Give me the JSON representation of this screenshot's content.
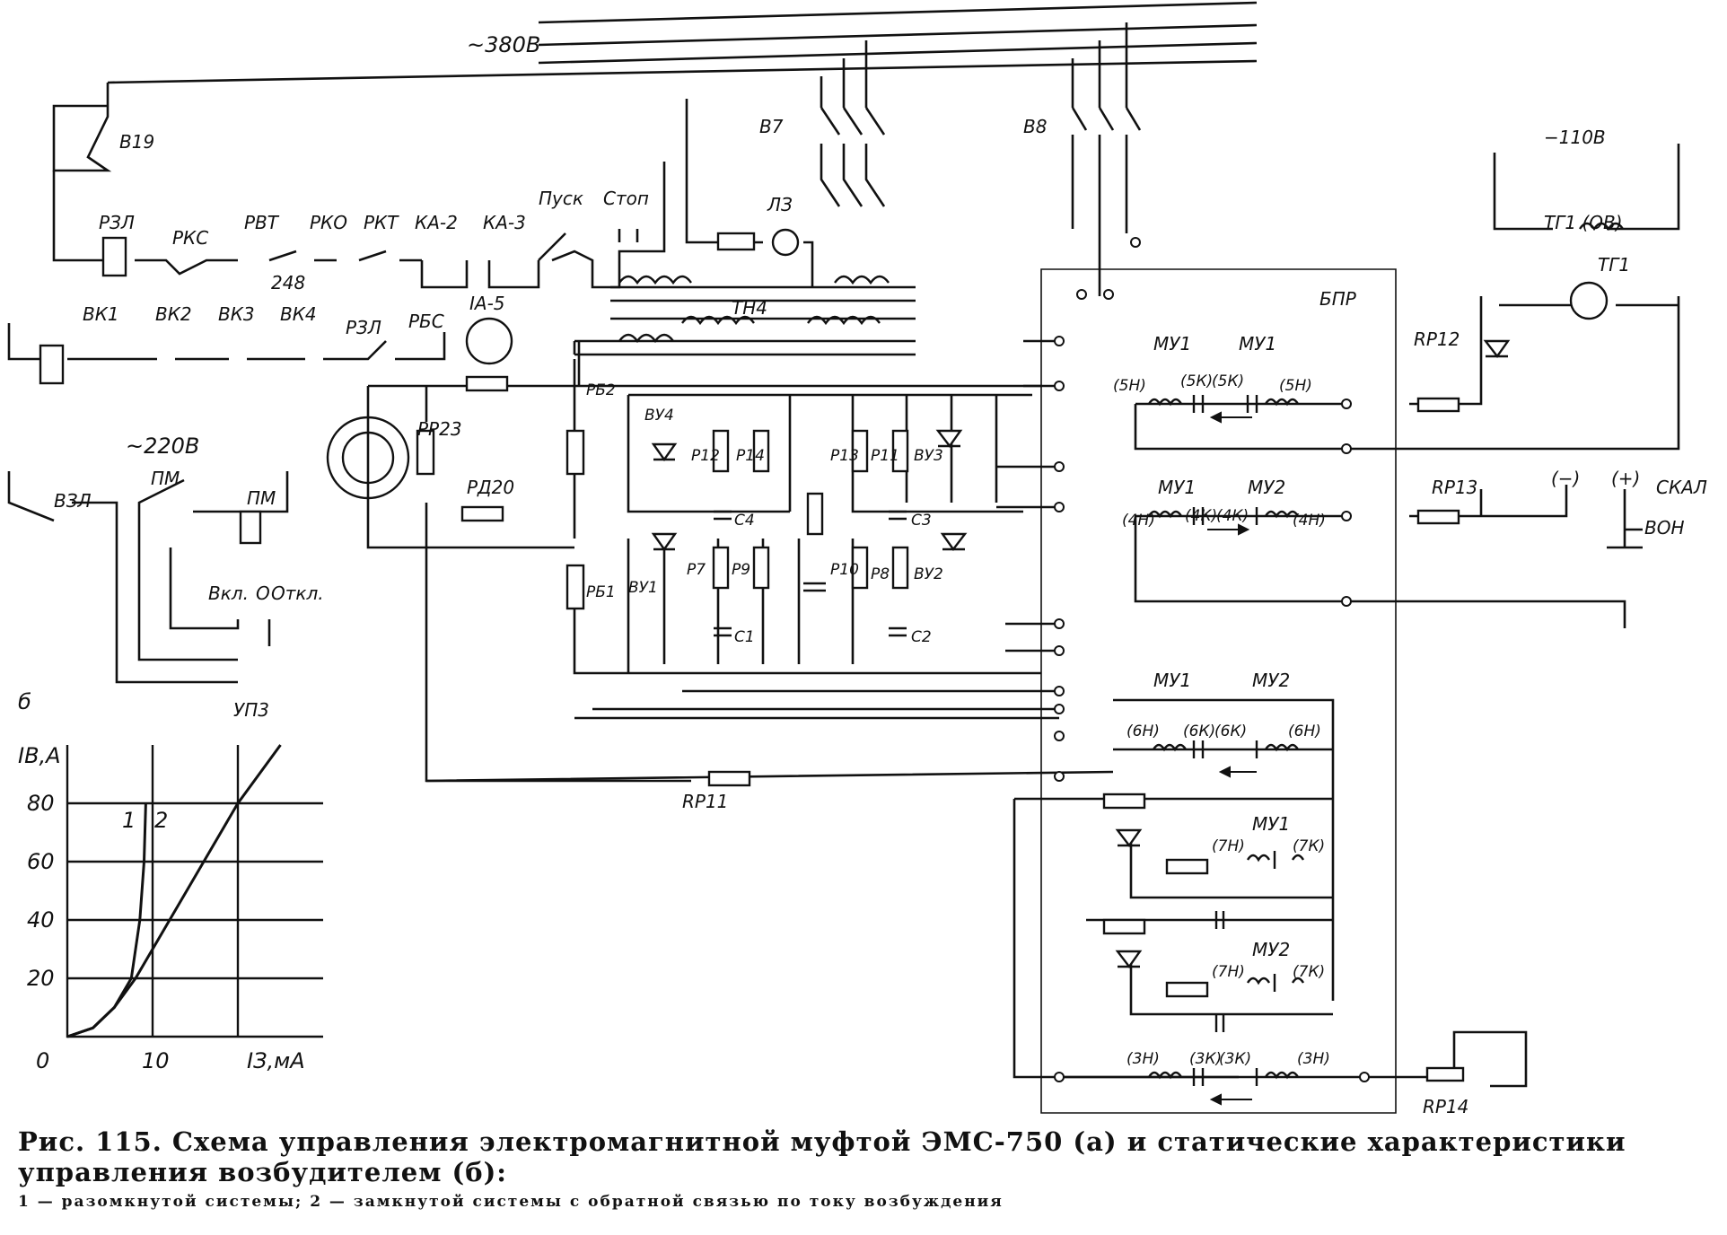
{
  "labels": {
    "v380": "~380В",
    "v220": "~220В",
    "v110": "−110В",
    "b19": "В19",
    "b7": "В7",
    "b8": "В8",
    "l3": "ЛЗ",
    "tn4": "ТН4",
    "bpr": "БПР",
    "p3l_top": "РЗЛ",
    "pkc": "РКС",
    "pvt": "РВТ",
    "pko": "РКО",
    "pkt": "РКТ",
    "ka2": "КА-2",
    "ka3": "КА-3",
    "pusk": "Пуск",
    "stop": "Стоп",
    "n248": "248",
    "pbc": "РБС",
    "ia5": "IА-5",
    "vk1": "ВК1",
    "vk2": "ВК2",
    "vk3": "ВК3",
    "vk4": "ВК4",
    "p3l_mid": "РЗЛ",
    "pp23": "РР23",
    "pd20": "РД20",
    "pb2": "РБ2",
    "pb1": "РБ1",
    "vu4": "ВУ4",
    "vu3": "ВУ3",
    "vu1": "ВУ1",
    "vu2": "ВУ2",
    "p12": "Р12",
    "p14": "Р14",
    "c4": "С4",
    "p13": "Р13",
    "p11": "Р11",
    "c3": "С3",
    "p7": "Р7",
    "p9": "Р9",
    "c1": "С1",
    "p10": "Р10",
    "p8": "Р8",
    "c2": "С2",
    "v3l": "ВЗЛ",
    "pm1": "ПМ",
    "pm2": "ПМ",
    "vkl": "Вкл.",
    "o": "О",
    "otkl": "Откл.",
    "up3": "УП3",
    "mu1_a": "МУ1",
    "mu1_b": "МУ1",
    "w5h_a": "(5Н)",
    "w5k_a": "(5К)",
    "w5k_b": "(5К)",
    "w5h_b": "(5Н)",
    "rp12": "RP12",
    "tg1ov": "ТГ1 (ОВ)",
    "tg1": "ТГ1",
    "mu1_c": "МУ1",
    "mu2_c": "МУ2",
    "w4h_a": "(4Н)",
    "w4k_a": "(4К)",
    "w4k_b": "(4К)",
    "w4h_b": "(4Н)",
    "rp13": "RP13",
    "minus": "(−)",
    "plus": "(+)",
    "skal": "СКАЛ",
    "von": "ВОН",
    "mu1_d": "МУ1",
    "mu2_d": "МУ2",
    "w6h_a": "(6Н)",
    "w6k_a": "(6К)",
    "w6k_b": "(6К)",
    "w6h_b": "(6Н)",
    "rp11": "RP11",
    "mu1_e": "МУ1",
    "w7h_a": "(7Н)",
    "w7k_a": "(7К)",
    "mu2_e": "МУ2",
    "w7h_b": "(7Н)",
    "w7k_b": "(7К)",
    "w3h_a": "(3Н)",
    "w3k_a": "(3К)",
    "w3k_b": "(3К)",
    "w3h_b": "(3Н)",
    "rp14": "RP14"
  },
  "chart": {
    "panel_label": "б",
    "ylabel": "IB,A",
    "xlabel": "IЗ,мА",
    "y_ticks": [
      "20",
      "40",
      "60",
      "80"
    ],
    "x_ticks": [
      "0",
      "10"
    ],
    "curve1_label": "1",
    "curve2_label": "2"
  },
  "chart_data": {
    "type": "line",
    "title": "",
    "xlabel": "IЗ, мА",
    "ylabel": "IB, A",
    "xlim": [
      0,
      30
    ],
    "ylim": [
      0,
      100
    ],
    "grid": true,
    "series": [
      {
        "name": "1",
        "x": [
          0,
          3,
          5.5,
          7.5,
          8.5,
          9,
          9.2
        ],
        "y": [
          0,
          3,
          10,
          20,
          40,
          60,
          80
        ]
      },
      {
        "name": "2",
        "x": [
          0,
          3,
          5.5,
          8,
          12,
          16,
          20,
          25
        ],
        "y": [
          0,
          3,
          10,
          20,
          40,
          60,
          80,
          100
        ]
      }
    ]
  },
  "caption": {
    "line1": "Рис. 115. Схема управления электромагнитной муфтой ЭМС-750 (а) и статические характеристики управления возбудителем (б):",
    "line2": "1 — разомкнутой системы; 2 — замкнутой системы с обратной связью по току возбуждения"
  }
}
